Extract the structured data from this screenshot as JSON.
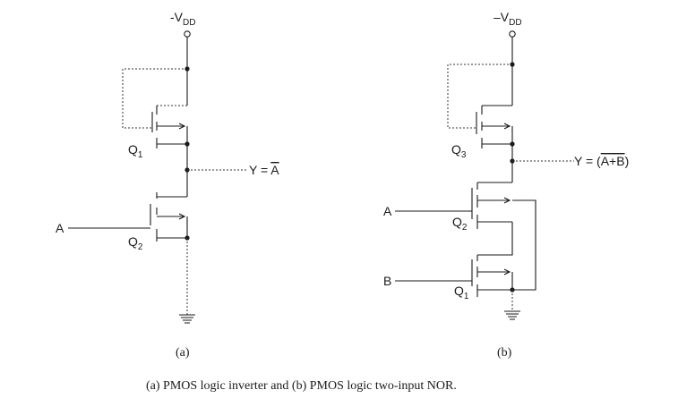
{
  "circuit_a": {
    "supply": {
      "prefix": "-V",
      "sub": "DD"
    },
    "q1": {
      "prefix": "Q",
      "sub": "1"
    },
    "q2": {
      "prefix": "Q",
      "sub": "2"
    },
    "input_a": "A",
    "output": {
      "prefix": "Y = ",
      "overline": "A"
    },
    "panel_label": "(a)"
  },
  "circuit_b": {
    "supply": {
      "prefix": "–V",
      "sub": "DD"
    },
    "q3": {
      "prefix": "Q",
      "sub": "3"
    },
    "q2": {
      "prefix": "Q",
      "sub": "2"
    },
    "q1": {
      "prefix": "Q",
      "sub": "1"
    },
    "input_a": "A",
    "input_b": "B",
    "output": {
      "prefix": "Y = (",
      "overline": "A+B",
      "suffix": ")"
    },
    "panel_label": "(b)"
  },
  "caption": "(a) PMOS logic inverter and (b) PMOS logic two-input NOR."
}
